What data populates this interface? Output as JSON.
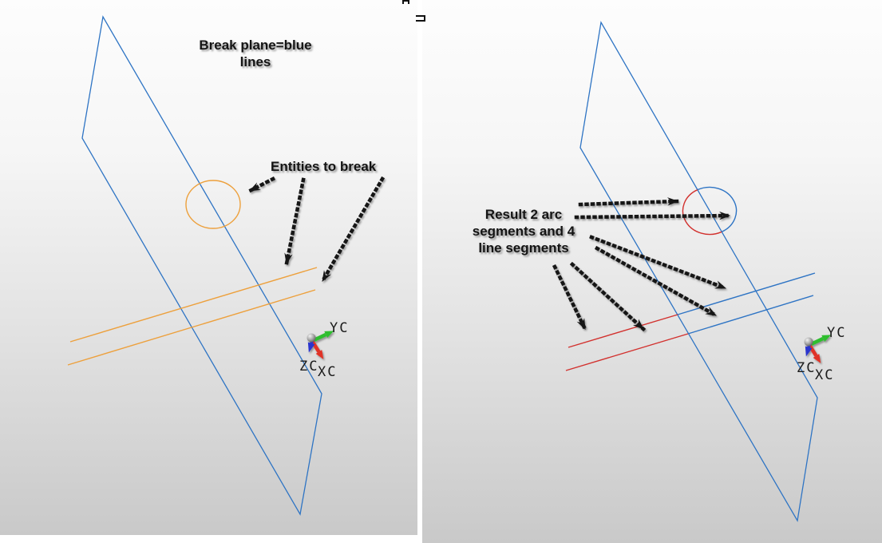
{
  "colors": {
    "plane_blue": "#2E74C4",
    "entity_orange": "#EDA03C",
    "result_red": "#D2312E",
    "annotation_black": "#141414",
    "axis_green": "#2FBE2F",
    "axis_red": "#E03226",
    "axis_blue": "#2B35CE"
  },
  "left_panel": {
    "caption_break_plane": "Break plane=blue lines",
    "caption_entities": "Entities to break",
    "triad": {
      "y_label": "YC",
      "x_label": "XC",
      "z_label": "ZC"
    }
  },
  "right_panel": {
    "caption_result": "Result 2 arc segments and 4 line segments",
    "triad": {
      "y_label": "YC",
      "x_label": "XC",
      "z_label": "ZC"
    }
  },
  "artifacts": {
    "top_mark_1": "square-cap-mark",
    "top_mark_2": "square-bracket-mark"
  }
}
